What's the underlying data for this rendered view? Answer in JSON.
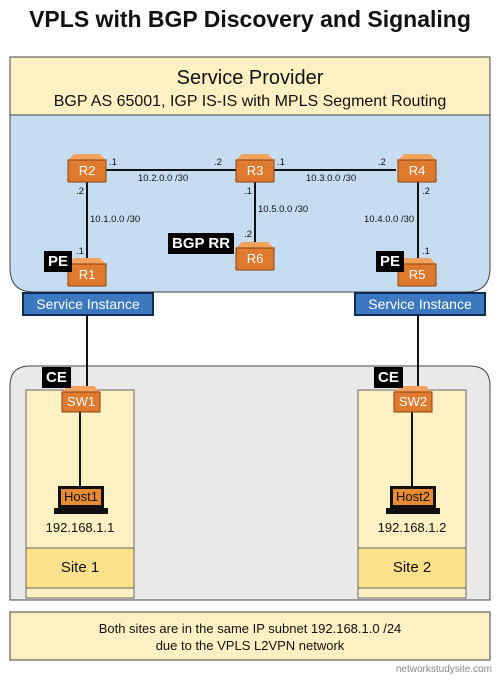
{
  "title": "VPLS with BGP Discovery and Signaling",
  "provider": {
    "title": "Service Provider",
    "subtitle": "BGP AS 65001, IGP IS-IS with MPLS Segment Routing"
  },
  "routers": {
    "r1": "R1",
    "r2": "R2",
    "r3": "R3",
    "r4": "R4",
    "r5": "R5",
    "r6": "R6"
  },
  "subnets": {
    "r2_r3": "10.2.0.0 /30",
    "r3_r4": "10.3.0.0 /30",
    "r1_r2": "10.1.0.0 /30",
    "r3_r6": "10.5.0.0 /30",
    "r4_r5": "10.4.0.0 /30"
  },
  "interfaces": {
    "r2_right": ".1",
    "r3_left": ".2",
    "r3_right": ".1",
    "r4_left": ".2",
    "r2_bottom": ".2",
    "r1_top": ".1",
    "r3_bottom": ".1",
    "r6_top": ".2",
    "r4_bottom": ".2",
    "r5_top": ".1"
  },
  "tags": {
    "pe": "PE",
    "bgp_rr": "BGP RR",
    "ce": "CE"
  },
  "service_instance": "Service Instance",
  "sites": [
    {
      "switch": "SW1",
      "host": "Host1",
      "ip": "192.168.1.1",
      "name": "Site 1"
    },
    {
      "switch": "SW2",
      "host": "Host2",
      "ip": "192.168.1.2",
      "name": "Site 2"
    }
  ],
  "note": {
    "line1": "Both sites are in the same IP subnet 192.168.1.0 /24",
    "line2": "due to the VPLS L2VPN network"
  },
  "credit": "networkstudysite.com",
  "colors": {
    "provider_panel": "#fdf0c2",
    "provider_cloud": "#c6dcf0",
    "router_orange": "#e07a2e",
    "service_blue": "#3b78bf",
    "customer_cloud": "#e9e9e9",
    "site_panel": "#fdf0c2"
  }
}
